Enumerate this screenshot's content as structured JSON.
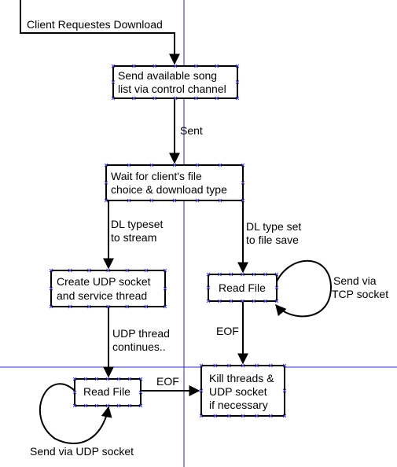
{
  "colors": {
    "line": "#000000",
    "guide": "#2b2bb0",
    "handle": "#4a4ad0",
    "background": "#ffffff"
  },
  "labels": {
    "client_request": "Client Requestes Download",
    "send_list": [
      "Send available song",
      "list via control channel"
    ],
    "sent": "Sent",
    "wait_choice": [
      "Wait for client's file",
      "choice & download type"
    ],
    "dl_stream": [
      "DL typeset",
      "to stream"
    ],
    "dl_file": [
      "DL type set",
      "to file save"
    ],
    "create_udp": [
      "Create UDP socket",
      "and service thread"
    ],
    "read_file_tcp": "Read File",
    "send_tcp": [
      "Send via",
      "TCP socket"
    ],
    "eof_tcp": "EOF",
    "udp_continues": [
      "UDP thread",
      "continues.."
    ],
    "read_file_udp": "Read File",
    "eof_udp": "EOF",
    "kill_threads": [
      "Kill threads &",
      "UDP socket",
      "if necessary"
    ],
    "send_udp": "Send via UDP socket"
  }
}
